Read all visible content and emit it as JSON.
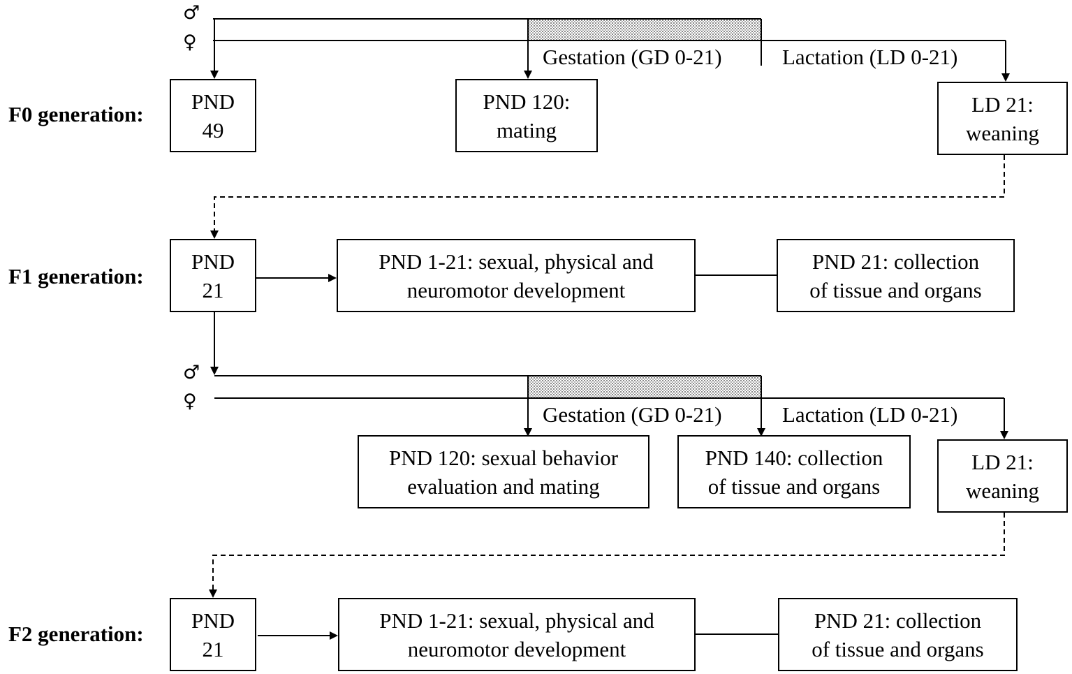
{
  "generations": {
    "f0": "F0 generation:",
    "f1": "F1 generation:",
    "f2": "F2 generation:"
  },
  "symbols": {
    "male": "♂",
    "female": "♀"
  },
  "phases": {
    "gestation": "Gestation (GD 0-21)",
    "lactation": "Lactation (LD 0-21)"
  },
  "f0_boxes": {
    "pnd49": [
      "PND",
      "49"
    ],
    "pnd120_mating": [
      "PND 120:",
      "mating"
    ],
    "ld21_weaning": [
      "LD 21:",
      "weaning"
    ]
  },
  "f1_boxes": {
    "pnd21": [
      "PND",
      "21"
    ],
    "development": [
      "PND 1-21: sexual, physical and",
      "neuromotor development"
    ],
    "collection21": [
      "PND 21: collection",
      "of tissue and organs"
    ],
    "pnd120_behavior": [
      "PND 120: sexual behavior",
      "evaluation and mating"
    ],
    "pnd140_collection": [
      "PND 140: collection",
      "of tissue and organs"
    ],
    "ld21_weaning": [
      "LD 21:",
      "weaning"
    ]
  },
  "f2_boxes": {
    "pnd21": [
      "PND",
      "21"
    ],
    "development": [
      "PND 1-21: sexual, physical and",
      "neuromotor development"
    ],
    "collection21": [
      "PND 21: collection",
      "of tissue and organs"
    ]
  }
}
